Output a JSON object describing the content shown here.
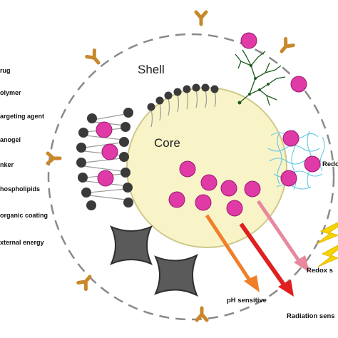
{
  "colors": {
    "core_fill": "#f8f4c8",
    "core_stroke": "#cfc88a",
    "drug": "#e03aa6",
    "drug_stroke": "#9a1a72",
    "antibody": "#c8882a",
    "phospholipid_head": "#3a3a3a",
    "polymer": "#1e5a1e",
    "nanogel": "#66c8e6",
    "organic_coating": "#5a5a5a",
    "ph_arrow": "#f07f2a",
    "radiation_arrow": "#e02020",
    "redox_arrow": "#e8879e",
    "energy": "#f5d400"
  },
  "labels": {
    "shell": "Shell",
    "core": "Core"
  },
  "legend": [
    {
      "text": "rug"
    },
    {
      "text": "olymer"
    },
    {
      "text": "argeting agent"
    },
    {
      "text": "anogel"
    },
    {
      "text": "nker"
    },
    {
      "text": "hospholipids"
    },
    {
      "text": "organic coating"
    },
    {
      "text": "xternal energy"
    }
  ],
  "arrows": {
    "ph": "pH sensitive",
    "radiation": "Radiation sens",
    "redox": "Redox s"
  },
  "nanogel_label": "Redox se"
}
